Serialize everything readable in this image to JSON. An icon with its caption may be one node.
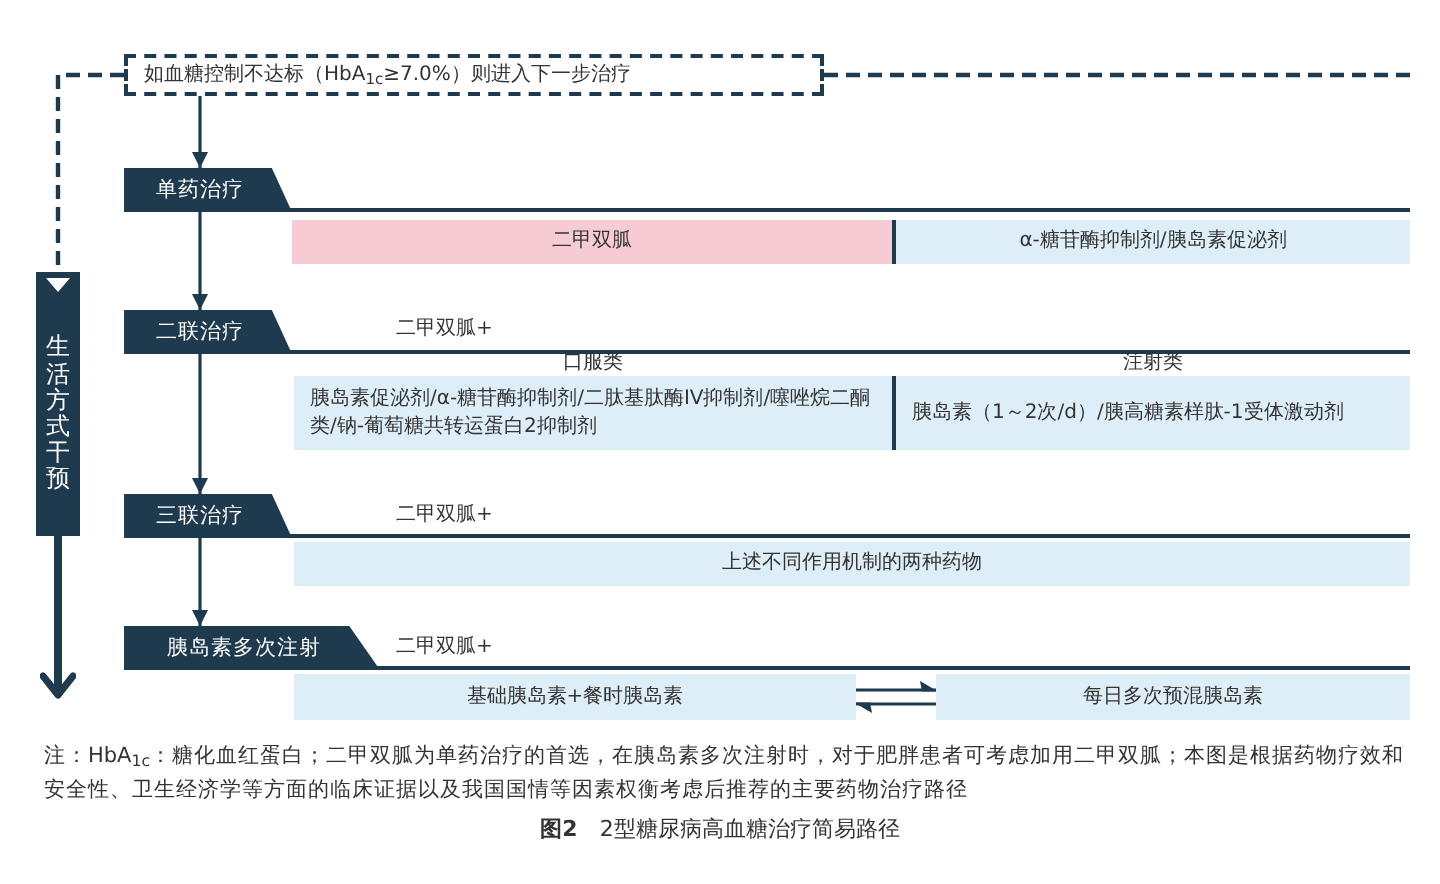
{
  "diagram": {
    "caption": "**图2**　2型糖尿病高血糖治疗简易路径",
    "nodes": [
      {
        "text": [
          "如血糖控制不达标（HbA$_{1c}$≥7.0%）则进入下一步治疗"
        ]
      },
      {
        "text": [
          "单药治疗"
        ]
      },
      {
        "text": [
          "二甲双胍"
        ]
      },
      {
        "text": [
          "α-糖苷酶抑制剂/胰岛素促泌剂"
        ]
      },
      {
        "text": [
          "二联治疗"
        ]
      },
      {
        "text": [
          "口服类",
          "胰岛素促泌剂/α-糖苷酶抑制剂/二肽基肽酶IV抑制剂/噻唑烷二酮类/钠-葡萄糖共转运蛋白2抑制剂"
        ]
      },
      {
        "text": [
          "注射类",
          "胰岛素（1～2次/d）/胰高糖素样肽-1受体激动剂"
        ]
      },
      {
        "text": [
          "三联治疗"
        ]
      },
      {
        "text": [
          "上述不同作用机制的两种药物"
        ]
      },
      {
        "text": [
          "胰岛素多次注射"
        ]
      },
      {
        "text": [
          "基础胰岛素+餐时胰岛素"
        ]
      },
      {
        "text": [
          "每日多次预混胰岛素"
        ]
      },
      {
        "text": [
          "生活方式干预"
        ]
      }
    ],
    "edges": [
      {
        "from": 0,
        "to": 1,
        "arrow": "to"
      },
      {
        "from": 1,
        "to": 4,
        "arrow": "to"
      },
      {
        "from": 4,
        "to": 7,
        "arrow": "to"
      },
      {
        "from": 7,
        "to": 9,
        "arrow": "to"
      },
      {
        "from": 10,
        "to": 11,
        "arrow": "to"
      },
      {
        "from": 11,
        "to": 10,
        "arrow": "to"
      },
      {
        "from": 0,
        "to": 12,
        "arrow": "none",
        "style": "dashed"
      },
      {
        "from": 12,
        "to": null,
        "arrow": "to",
        "style": "thick"
      },
      {
        "from": 0,
        "to": null,
        "arrow": "none",
        "style": "dashed"
      }
    ],
    "labels": [
      "二甲双胍+",
      "二甲双胍+",
      "二甲双胍+",
      "注：HbA$_{1c}$：糖化血红蛋白；二甲双胍为单药治疗的首选，在胰岛素多次注射时，对于肥胖患者可考虑加用二甲双胍；本图是根据药物疗效和安全性、卫生经济学等方面的临床证据以及我国国情等因素权衡考虑后推荐的主要药物治疗路径"
    ]
  }
}
